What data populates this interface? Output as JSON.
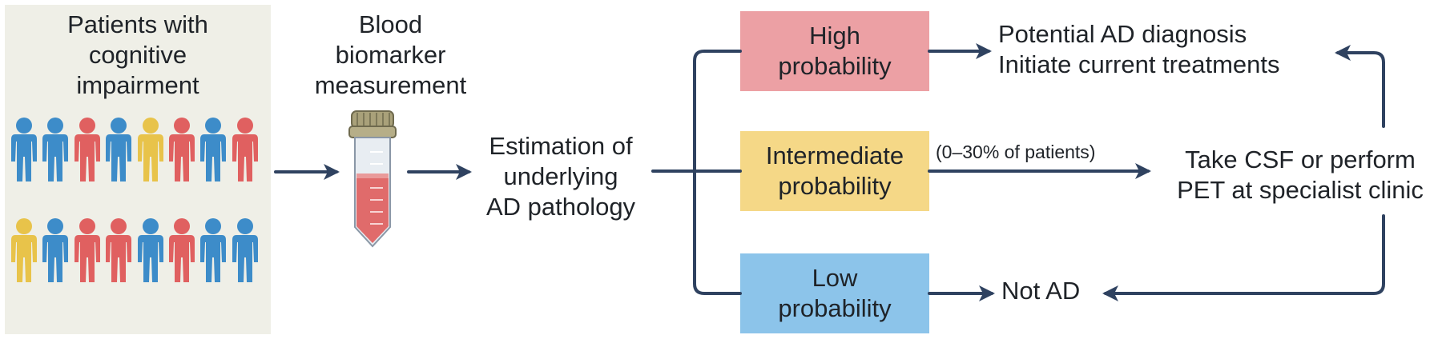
{
  "panel": {
    "title": "Patients with cognitive impairment"
  },
  "blood": {
    "title": "Blood biomarker measurement"
  },
  "estimation": "Estimation of underlying AD pathology",
  "boxes": {
    "high": "High probability",
    "intermediate": "Intermediate probability",
    "low": "Low probability"
  },
  "outcomes": {
    "high": "Potential AD diagnosis Initiate current treatments",
    "intermediate_note": "(0–30% of patients)",
    "specialist": "Take CSF or perform PET at specialist clinic",
    "low": "Not AD"
  },
  "colors": {
    "panel_bg": "#efefe7",
    "high_box": "#eca0a4",
    "intermediate_box": "#f5d887",
    "low_box": "#8cc4ea",
    "arrow": "#2f4260",
    "figure_blue": "#3d8cc9",
    "figure_red": "#e06060",
    "figure_yellow": "#e8c34a",
    "tube_liquid": "#e06b6b",
    "tube_cap": "#a9a17a"
  },
  "figures": {
    "row1": [
      "figure_blue",
      "figure_blue",
      "figure_red",
      "figure_blue",
      "figure_yellow",
      "figure_red",
      "figure_blue",
      "figure_red"
    ],
    "row2": [
      "figure_yellow",
      "figure_blue",
      "figure_red",
      "figure_red",
      "figure_blue",
      "figure_red",
      "figure_blue",
      "figure_blue"
    ]
  }
}
